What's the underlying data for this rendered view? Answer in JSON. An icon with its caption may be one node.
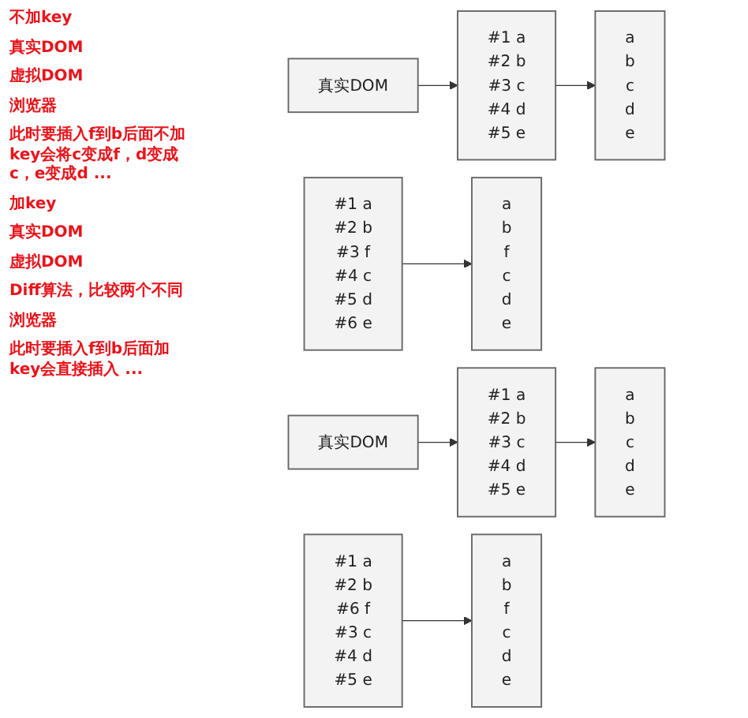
{
  "diagram": {
    "nodes": [
      {
        "text": [
          "真实DOM"
        ]
      },
      {
        "text": [
          "#1 a",
          "#2 b",
          "#3 c",
          "#4 d",
          "#5 e"
        ]
      },
      {
        "text": [
          "a",
          "b",
          "c",
          "d",
          "e"
        ]
      },
      {
        "text": [
          "#1 a",
          "#2 b",
          "#3 f",
          "#4 c",
          "#5 d",
          "#6 e"
        ]
      },
      {
        "text": [
          "a",
          "b",
          "f",
          "c",
          "d",
          "e"
        ]
      },
      {
        "text": [
          "真实DOM"
        ]
      },
      {
        "text": [
          "#1 a",
          "#2 b",
          "#3 c",
          "#4 d",
          "#5 e"
        ]
      },
      {
        "text": [
          "a",
          "b",
          "c",
          "d",
          "e"
        ]
      },
      {
        "text": [
          "#1 a",
          "#2 b",
          "#6 f",
          "#3 c",
          "#4 d",
          "#5 e"
        ]
      },
      {
        "text": [
          "a",
          "b",
          "f",
          "c",
          "d",
          "e"
        ]
      }
    ],
    "edges": [
      {
        "from": 0,
        "to": 1,
        "arrow": "to"
      },
      {
        "from": 1,
        "to": 2,
        "arrow": "to"
      },
      {
        "from": 3,
        "to": 4,
        "arrow": "to"
      },
      {
        "from": 5,
        "to": 6,
        "arrow": "to"
      },
      {
        "from": 6,
        "to": 7,
        "arrow": "to"
      },
      {
        "from": 8,
        "to": 9,
        "arrow": "to"
      }
    ],
    "labels": [
      "不加key",
      "真实DOM",
      "虚拟DOM",
      "浏览器",
      "此时要插入f到b后面不加key会将c变成f，d变成c，e变成d ...",
      "加key",
      "真实DOM",
      "虚拟DOM",
      "Diff算法，比较两个不同",
      "浏览器",
      "此时要插入f到b后面加key会直接插入 ..."
    ]
  }
}
